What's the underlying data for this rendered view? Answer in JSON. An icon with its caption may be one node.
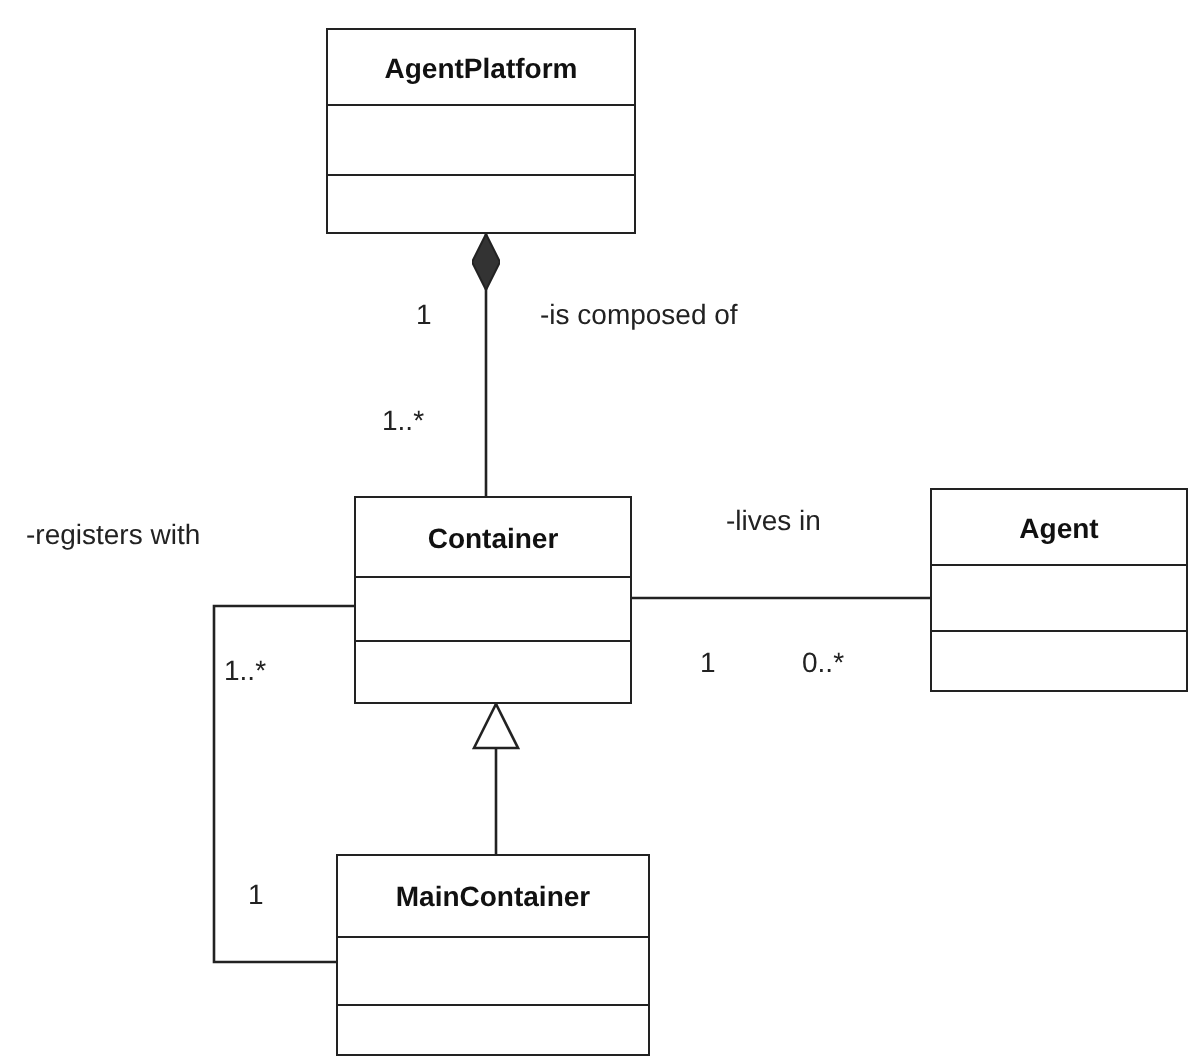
{
  "diagram": {
    "nodes": [
      {
        "text": [
          "AgentPlatform"
        ]
      },
      {
        "text": [
          "Container"
        ]
      },
      {
        "text": [
          "Agent"
        ]
      },
      {
        "text": [
          "MainContainer"
        ]
      }
    ],
    "edges": [
      {
        "from": 0,
        "to": 1,
        "arrow": "other",
        "label": "-is composed of"
      },
      {
        "from": 1,
        "to": 2,
        "arrow": "none",
        "label": "-lives in"
      },
      {
        "from": 3,
        "to": 1,
        "arrow": "to"
      },
      {
        "from": 1,
        "to": 3,
        "arrow": "none",
        "label": "-registers with"
      }
    ],
    "labels": [
      "1",
      "1..*",
      "1",
      "0..*",
      "1..*",
      "1"
    ]
  }
}
